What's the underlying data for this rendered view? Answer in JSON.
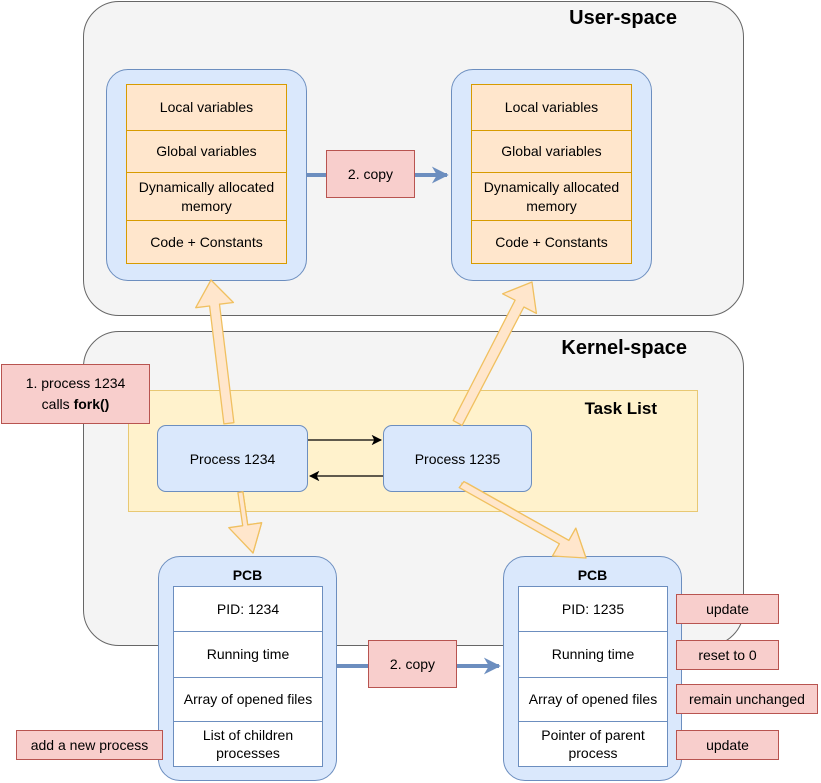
{
  "user_space": {
    "title": "User-space"
  },
  "kernel_space": {
    "title": "Kernel-space"
  },
  "task_list": {
    "title": "Task List"
  },
  "parent_memory": [
    "Local variables",
    "Global variables",
    "Dynamically allocated memory",
    "Code + Constants"
  ],
  "child_memory": [
    "Local variables",
    "Global variables",
    "Dynamically allocated memory",
    "Code + Constants"
  ],
  "processes": {
    "parent": "Process 1234",
    "child": "Process 1235"
  },
  "pcb_parent": {
    "title": "PCB",
    "fields": [
      "PID: 1234",
      "Running time",
      "Array of opened files",
      "List of children processes"
    ]
  },
  "pcb_child": {
    "title": "PCB",
    "fields": [
      "PID: 1235",
      "Running time",
      "Array of opened files",
      "Pointer of parent process"
    ]
  },
  "notes": {
    "fork_line1": "1. process 1234",
    "fork_line2_prefix": "calls ",
    "fork_line2_bold": "fork()",
    "copy_memory": "2. copy",
    "copy_pcb": "2. copy",
    "add_child": "add a new process",
    "pid": "update",
    "running_time": "reset to 0",
    "files": "remain unchanged",
    "parent_ptr": "update"
  }
}
